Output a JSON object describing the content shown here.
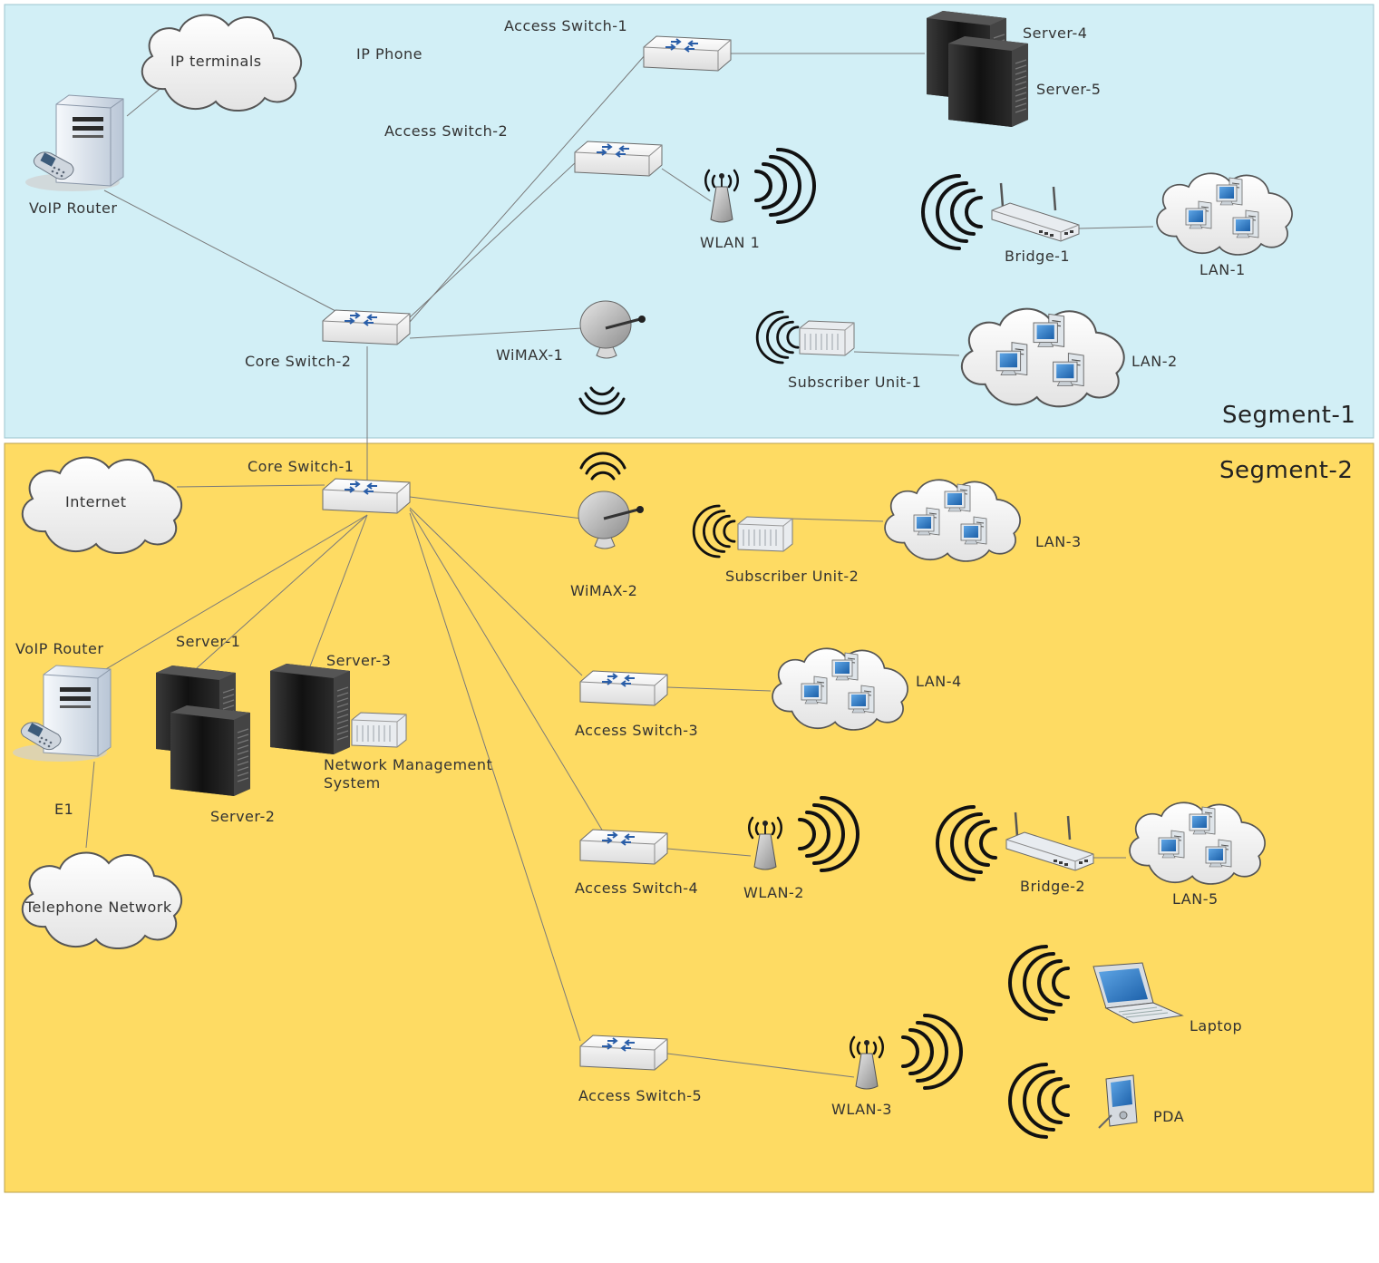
{
  "segments": {
    "segment1": "Segment-1",
    "segment2": "Segment-2"
  },
  "colors": {
    "segment1_fill": "#d2eff6",
    "segment2_fill": "#fedb63",
    "server": "#1b1b1b",
    "switch": "#ffffff",
    "cloud": "#f4f4f4"
  },
  "labels": {
    "ip_terminals": "IP terminals",
    "ip_phone": "IP Phone",
    "voip_router_1": "VoIP Router",
    "access_switch_1": "Access Switch-1",
    "access_switch_2": "Access Switch-2",
    "server_4": "Server-4",
    "server_5": "Server-5",
    "wlan_1": "WLAN 1",
    "bridge_1": "Bridge-1",
    "lan_1": "LAN-1",
    "core_switch_2": "Core Switch-2",
    "wimax_1": "WiMAX-1",
    "subscriber_unit_1": "Subscriber Unit-1",
    "lan_2": "LAN-2",
    "core_switch_1": "Core Switch-1",
    "internet": "Internet",
    "wimax_2": "WiMAX-2",
    "subscriber_unit_2": "Subscriber Unit-2",
    "lan_3": "LAN-3",
    "voip_router_2": "VoIP Router",
    "server_1": "Server-1",
    "server_3": "Server-3",
    "server_2": "Server-2",
    "nms_line1": "Network Management",
    "nms_line2": "System",
    "e1": "E1",
    "telephone_network": "Telephone Network",
    "access_switch_3": "Access Switch-3",
    "lan_4": "LAN-4",
    "access_switch_4": "Access Switch-4",
    "wlan_2": "WLAN-2",
    "bridge_2": "Bridge-2",
    "lan_5": "LAN-5",
    "laptop": "Laptop",
    "access_switch_5": "Access Switch-5",
    "wlan_3": "WLAN-3",
    "pda": "PDA"
  },
  "icons": {
    "switch": "network-switch-icon",
    "server_tower": "server-tower-icon",
    "voip_router": "voip-router-icon",
    "cloud": "cloud-icon",
    "lan_cloud": "lan-cloud-icon",
    "access_point": "wireless-access-point-icon",
    "wimax_dish": "wimax-dish-icon",
    "subscriber_unit": "subscriber-unit-icon",
    "bridge": "wireless-bridge-icon",
    "laptop": "laptop-icon",
    "pda": "pda-icon"
  }
}
